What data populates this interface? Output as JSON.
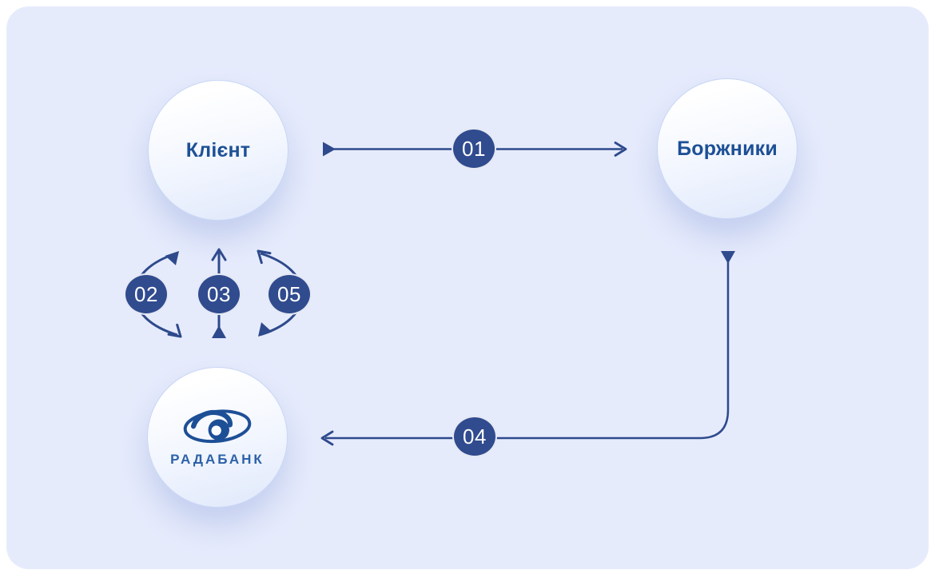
{
  "card": {
    "outer_background": "#ffffff",
    "background": "#e6ebfc"
  },
  "colors": {
    "outer-bg": "#ffffff",
    "card-bg": "#e6ebfc",
    "accent": "#2e4a8c",
    "badge-bg": "#304b8e",
    "badge-text": "#ffffff",
    "node-label": "#1d5096",
    "bank-text": "#2c61a8",
    "logo-blue": "#1d4f96",
    "circle-border": "#c8d6f5"
  },
  "nodes": {
    "client": {
      "label": "Клієнт"
    },
    "debtors": {
      "label": "Боржники"
    },
    "bank": {
      "label": "РАДАБАНК",
      "logo_icon": "radabank-eye-swirl-logo"
    }
  },
  "steps": [
    {
      "label": "01",
      "from": "client",
      "to": "debtors",
      "shape": "horizontal-arrow"
    },
    {
      "label": "02",
      "from": "client",
      "to": "bank",
      "shape": "left-bulge-arc"
    },
    {
      "label": "03",
      "from": "bank",
      "to": "client",
      "shape": "vertical-arrow-up"
    },
    {
      "label": "04",
      "from": "debtors",
      "to": "bank",
      "shape": "down-then-left-elbow"
    },
    {
      "label": "05",
      "from": "client",
      "to": "bank",
      "shape": "right-bulge-arc"
    }
  ]
}
